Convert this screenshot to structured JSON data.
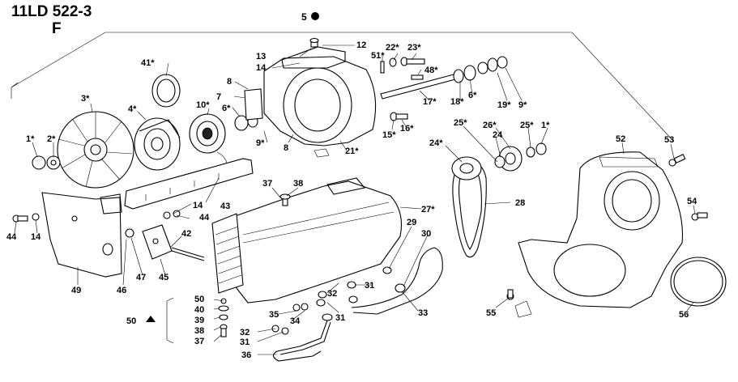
{
  "header": {
    "model": "11LD 522-3",
    "group": "F",
    "kit_ref": "5"
  },
  "callouts": [
    {
      "id": "c12",
      "text": "12"
    },
    {
      "id": "c13",
      "text": "13"
    },
    {
      "id": "c14a",
      "text": "14"
    },
    {
      "id": "c22",
      "text": "22*"
    },
    {
      "id": "c23",
      "text": "23*"
    },
    {
      "id": "c51",
      "text": "51*"
    },
    {
      "id": "c48",
      "text": "48*"
    },
    {
      "id": "c41",
      "text": "41*"
    },
    {
      "id": "c7",
      "text": "7"
    },
    {
      "id": "c8a",
      "text": "8"
    },
    {
      "id": "c3",
      "text": "3*"
    },
    {
      "id": "c4",
      "text": "4*"
    },
    {
      "id": "c10",
      "text": "10*"
    },
    {
      "id": "c6a",
      "text": "6*"
    },
    {
      "id": "c9a",
      "text": "9*"
    },
    {
      "id": "c8b",
      "text": "8"
    },
    {
      "id": "c21",
      "text": "21*"
    },
    {
      "id": "c17",
      "text": "17*"
    },
    {
      "id": "c18",
      "text": "18*"
    },
    {
      "id": "c6b",
      "text": "6*"
    },
    {
      "id": "c19",
      "text": "19*"
    },
    {
      "id": "c9b",
      "text": "9*"
    },
    {
      "id": "c15",
      "text": "15*"
    },
    {
      "id": "c16",
      "text": "16*"
    },
    {
      "id": "c25a",
      "text": "25*"
    },
    {
      "id": "c26",
      "text": "26*"
    },
    {
      "id": "c25b",
      "text": "25*"
    },
    {
      "id": "c1a",
      "text": "1*"
    },
    {
      "id": "c24a",
      "text": "24"
    },
    {
      "id": "c24b",
      "text": "24*"
    },
    {
      "id": "c1b",
      "text": "1*"
    },
    {
      "id": "c2",
      "text": "2*"
    },
    {
      "id": "c37a",
      "text": "37"
    },
    {
      "id": "c38a",
      "text": "38"
    },
    {
      "id": "c27",
      "text": "27*"
    },
    {
      "id": "c28",
      "text": "28"
    },
    {
      "id": "c43",
      "text": "43"
    },
    {
      "id": "c14b",
      "text": "14"
    },
    {
      "id": "c44a",
      "text": "44"
    },
    {
      "id": "c44b",
      "text": "44"
    },
    {
      "id": "c14c",
      "text": "14"
    },
    {
      "id": "c42",
      "text": "42"
    },
    {
      "id": "c29",
      "text": "29"
    },
    {
      "id": "c30",
      "text": "30"
    },
    {
      "id": "c49",
      "text": "49"
    },
    {
      "id": "c46",
      "text": "46"
    },
    {
      "id": "c47",
      "text": "47"
    },
    {
      "id": "c45",
      "text": "45"
    },
    {
      "id": "c31a",
      "text": "31"
    },
    {
      "id": "c32a",
      "text": "32"
    },
    {
      "id": "c31b",
      "text": "31"
    },
    {
      "id": "c33",
      "text": "33"
    },
    {
      "id": "c35",
      "text": "35"
    },
    {
      "id": "c34",
      "text": "34"
    },
    {
      "id": "c50s",
      "text": "50"
    },
    {
      "id": "c40",
      "text": "40"
    },
    {
      "id": "c39",
      "text": "39"
    },
    {
      "id": "c38b",
      "text": "38"
    },
    {
      "id": "c37b",
      "text": "37"
    },
    {
      "id": "c50t",
      "text": "50"
    },
    {
      "id": "c32b",
      "text": "32"
    },
    {
      "id": "c31c",
      "text": "31"
    },
    {
      "id": "c36",
      "text": "36"
    },
    {
      "id": "c52",
      "text": "52"
    },
    {
      "id": "c53",
      "text": "53"
    },
    {
      "id": "c54",
      "text": "54"
    },
    {
      "id": "c55",
      "text": "55"
    },
    {
      "id": "c56",
      "text": "56"
    }
  ]
}
